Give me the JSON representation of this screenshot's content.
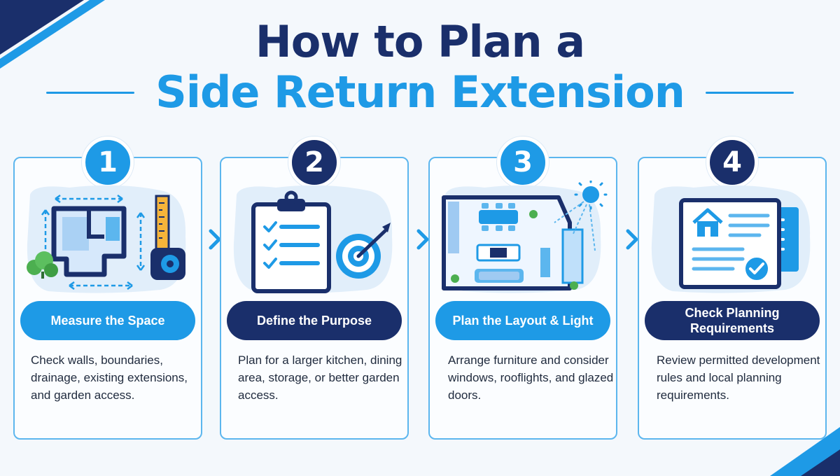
{
  "title": {
    "line1": "How to Plan a",
    "line2": "Side Return Extension"
  },
  "colors": {
    "navy": "#1a2f6b",
    "blue": "#1e9ae6",
    "light_blue": "#5cb6ee",
    "background": "#f4f8fc"
  },
  "steps": [
    {
      "number": "1",
      "heading": "Measure the Space",
      "description": "Check walls, boundaries, drainage, existing extensions, and garden access.",
      "icon": "floor-plan-tape-measure-icon"
    },
    {
      "number": "2",
      "heading": "Define the Purpose",
      "description": "Plan for a larger kitchen, dining area, storage, or better garden access.",
      "icon": "clipboard-target-icon"
    },
    {
      "number": "3",
      "heading": "Plan the Layout & Light",
      "description": "Arrange furniture and consider windows, rooflights, and glazed doors.",
      "icon": "layout-sunlight-icon"
    },
    {
      "number": "4",
      "heading": "Check Planning Requirements",
      "description": "Review permitted development rules and local planning requirements.",
      "icon": "planning-document-check-icon"
    }
  ]
}
